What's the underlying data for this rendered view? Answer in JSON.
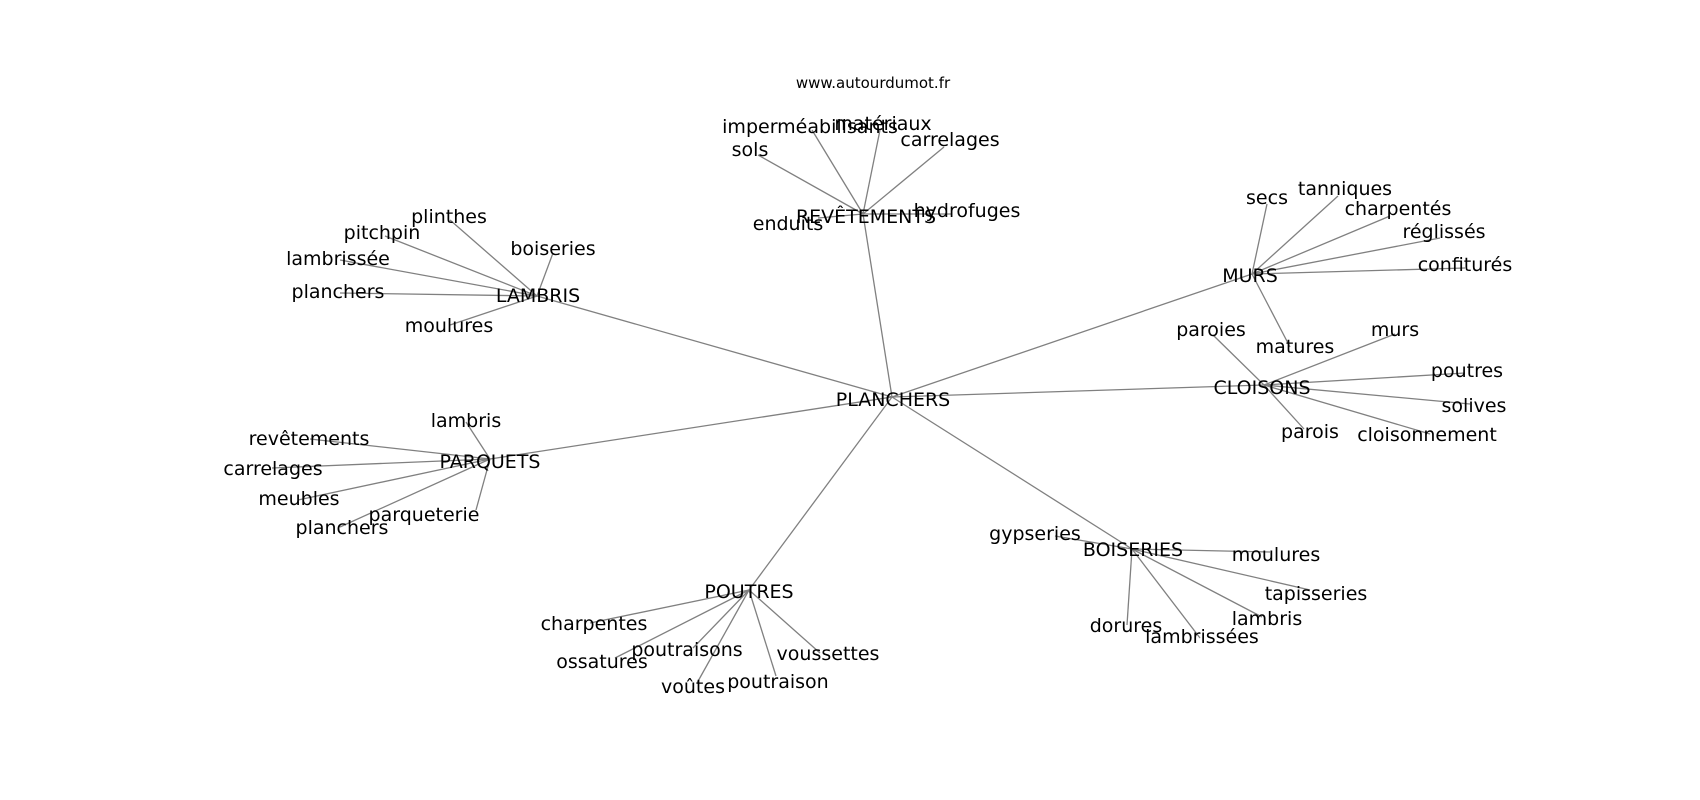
{
  "source_credit": "www.autourdumot.fr",
  "colors": {
    "edge": "#808080",
    "text": "#000000",
    "background": "#ffffff"
  },
  "center": {
    "label": "PLANCHERS"
  },
  "clusters": [
    {
      "label": "REVÊTEMENTS",
      "leaves": [
        "imperméabilisants",
        "matériaux",
        "sols",
        "carrelages",
        "hydrofuges",
        "enduits"
      ]
    },
    {
      "label": "LAMBRIS",
      "leaves": [
        "plinthes",
        "pitchpin",
        "lambrissée",
        "boiseries",
        "planchers",
        "moulures"
      ]
    },
    {
      "label": "MURS",
      "leaves": [
        "secs",
        "tanniques",
        "charpentés",
        "réglissés",
        "confiturés",
        "matures"
      ]
    },
    {
      "label": "CLOISONS",
      "leaves": [
        "paroies",
        "murs",
        "poutres",
        "solives",
        "cloisonnement",
        "parois"
      ]
    },
    {
      "label": "PARQUETS",
      "leaves": [
        "lambris",
        "revêtements",
        "carrelages",
        "meubles",
        "parqueterie",
        "planchers"
      ]
    },
    {
      "label": "BOISERIES",
      "leaves": [
        "gypseries",
        "moulures",
        "tapisseries",
        "lambris",
        "lambrissées",
        "dorures"
      ]
    },
    {
      "label": "POUTRES",
      "leaves": [
        "charpentes",
        "ossatures",
        "poutraisons",
        "voussettes",
        "voûtes",
        "poutraison"
      ]
    }
  ]
}
